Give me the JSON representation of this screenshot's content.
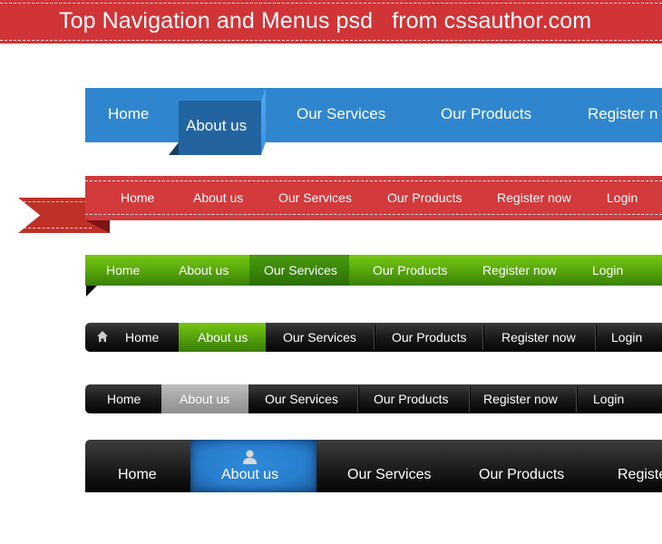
{
  "banner": {
    "title": "Top Navigation and Menus psd   from cssauthor.com",
    "color": "#d03437"
  },
  "menus": [
    {
      "style": "blue-3d",
      "accent": "#2f86cf",
      "active_color": "#2264a0",
      "active_index": 1,
      "items": [
        {
          "label": "Home"
        },
        {
          "label": "About us"
        },
        {
          "label": "Our Services"
        },
        {
          "label": "Our Products"
        },
        {
          "label": "Register n"
        }
      ]
    },
    {
      "style": "red-ribbon-stitched",
      "accent": "#d23a3c",
      "active_index": null,
      "items": [
        {
          "label": "Home"
        },
        {
          "label": "About us"
        },
        {
          "label": "Our Services"
        },
        {
          "label": "Our Products"
        },
        {
          "label": "Register now"
        },
        {
          "label": "Login"
        }
      ]
    },
    {
      "style": "green-gradient",
      "accent": "#58a70c",
      "active_color": "#3a860a",
      "active_index": 2,
      "items": [
        {
          "label": "Home"
        },
        {
          "label": "About us"
        },
        {
          "label": "Our Services"
        },
        {
          "label": "Our Products"
        },
        {
          "label": "Register now"
        },
        {
          "label": "Login"
        }
      ]
    },
    {
      "style": "dark-green-active",
      "accent": "#1a1a1a",
      "active_color": "#55a20c",
      "active_index": 1,
      "home_icon": "home-icon",
      "items": [
        {
          "label": "Home"
        },
        {
          "label": "About us"
        },
        {
          "label": "Our Services"
        },
        {
          "label": "Our Products"
        },
        {
          "label": "Register now"
        },
        {
          "label": "Login"
        }
      ]
    },
    {
      "style": "dark-grey-active",
      "accent": "#1a1a1a",
      "active_color": "#a4a4a4",
      "active_index": 1,
      "items": [
        {
          "label": "Home"
        },
        {
          "label": "About us"
        },
        {
          "label": "Our Services"
        },
        {
          "label": "Our Products"
        },
        {
          "label": "Register now"
        },
        {
          "label": "Login"
        }
      ]
    },
    {
      "style": "dark-tall-blue-active",
      "accent": "#1c1c1c",
      "active_color": "#2a7fcf",
      "active_index": 1,
      "active_icon": "user-icon",
      "items": [
        {
          "label": "Home"
        },
        {
          "label": "About us"
        },
        {
          "label": "Our Services"
        },
        {
          "label": "Our Products"
        },
        {
          "label": "Registe"
        }
      ]
    }
  ]
}
